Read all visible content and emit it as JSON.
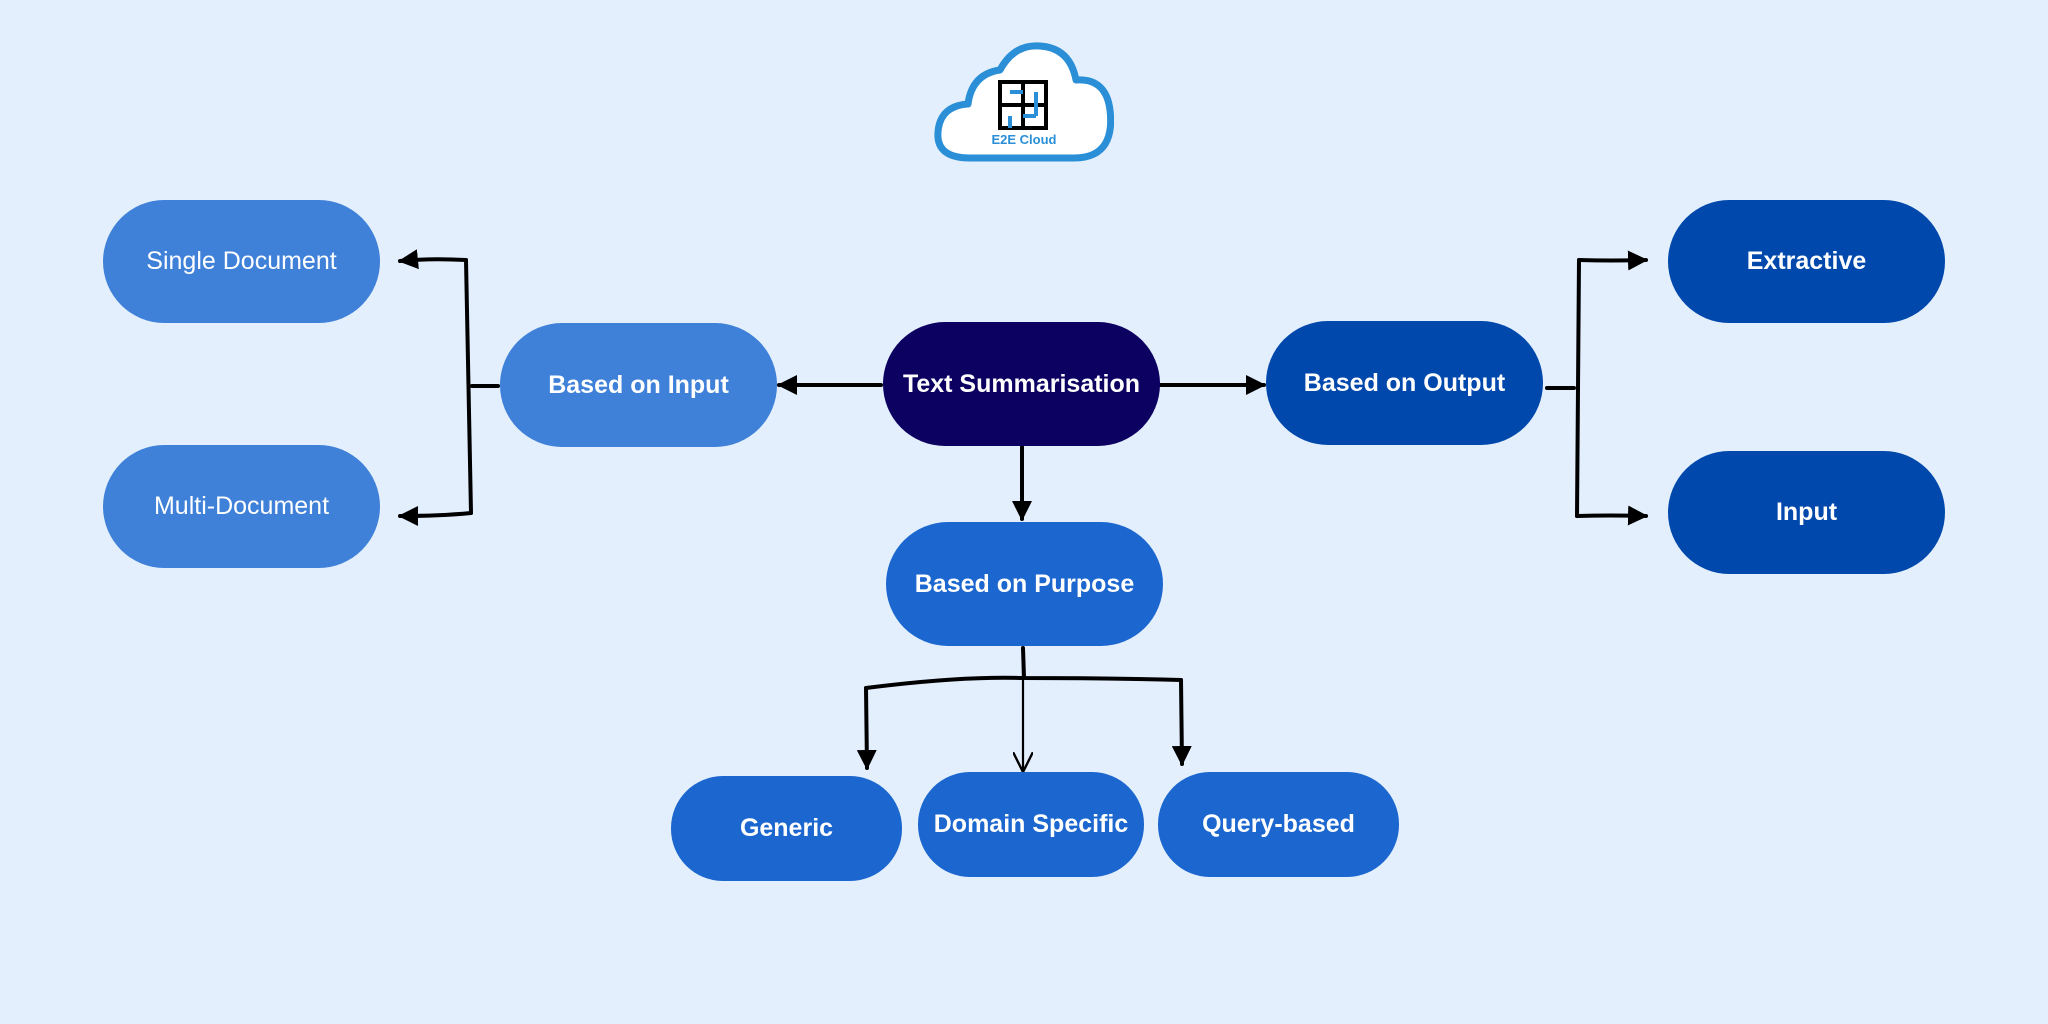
{
  "logo": {
    "text": "E2E Cloud"
  },
  "nodes": {
    "root": "Text Summarisation",
    "based_on_input": "Based on Input",
    "based_on_output": "Based on Output",
    "based_on_purpose": "Based on Purpose",
    "single_document": "Single Document",
    "multi_document": "Multi-Document",
    "extractive": "Extractive",
    "input": "Input",
    "generic": "Generic",
    "domain_specific": "Domain Specific",
    "query_based": "Query-based"
  },
  "colors": {
    "background": "#e3effd",
    "root": "#0c0060",
    "input_branch": "#3f80d8",
    "output_branch": "#0048ac",
    "purpose_branch": "#1b66cf",
    "connector": "#000000",
    "logo": "#2a8fd6"
  }
}
